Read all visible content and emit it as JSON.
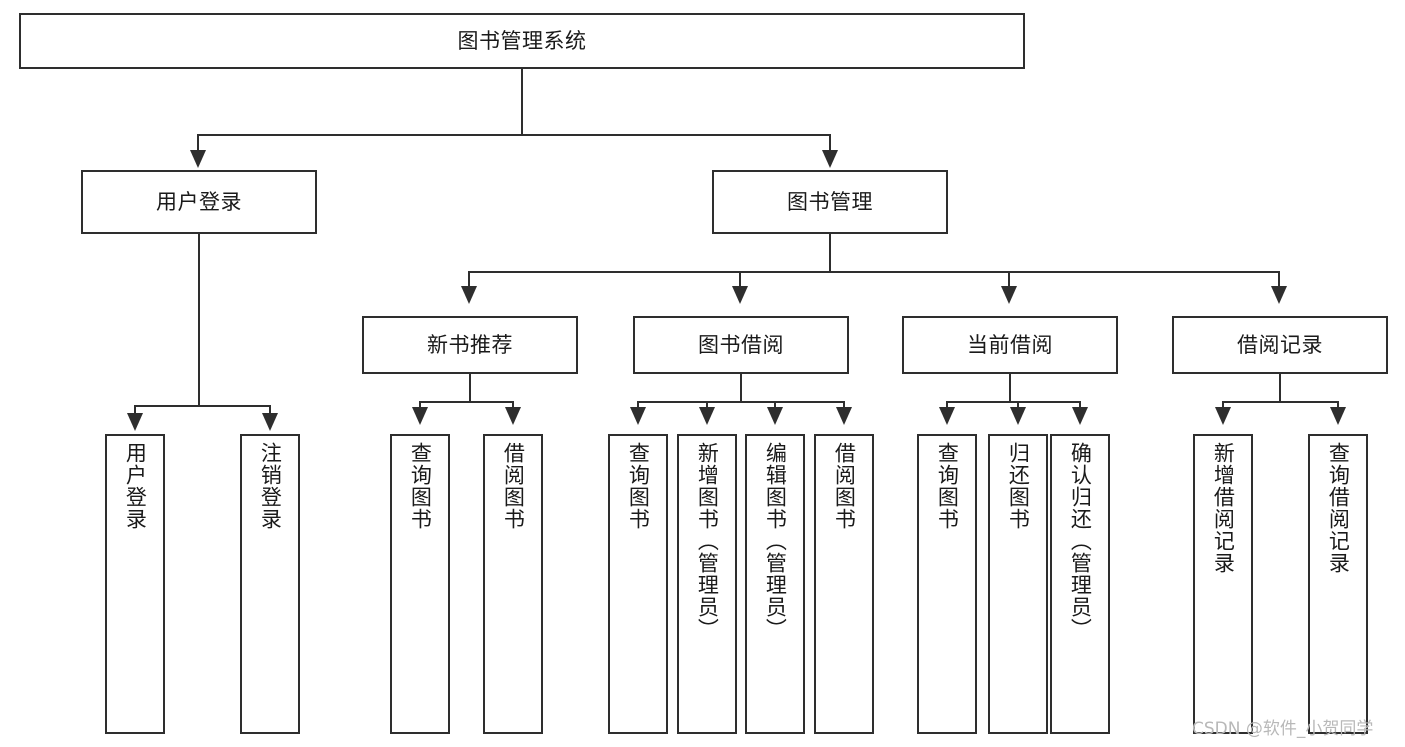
{
  "diagram": {
    "type": "tree-hierarchy",
    "title": "图书管理系统",
    "root": {
      "label": "图书管理系统"
    },
    "level2": [
      {
        "label": "用户登录"
      },
      {
        "label": "图书管理"
      }
    ],
    "level3": [
      {
        "label": "新书推荐"
      },
      {
        "label": "图书借阅"
      },
      {
        "label": "当前借阅"
      },
      {
        "label": "借阅记录"
      }
    ],
    "leaves": {
      "user_login": [
        {
          "label": "用户登录"
        },
        {
          "label": "注销登录"
        }
      ],
      "new_book_recommend": [
        {
          "label": "查询图书"
        },
        {
          "label": "借阅图书"
        }
      ],
      "book_borrow": [
        {
          "label": "查询图书"
        },
        {
          "label": "新增图书（管理员）"
        },
        {
          "label": "编辑图书（管理员）"
        },
        {
          "label": "借阅图书"
        }
      ],
      "current_borrow": [
        {
          "label": "查询图书"
        },
        {
          "label": "归还图书"
        },
        {
          "label": "确认归还（管理员）"
        }
      ],
      "borrow_record": [
        {
          "label": "新增借阅记录"
        },
        {
          "label": "查询借阅记录"
        }
      ]
    }
  },
  "watermark": {
    "text": "CSDN @软件_小贺同学"
  },
  "colors": {
    "stroke": "#2e2e2e",
    "fill": "#ffffff",
    "text": "#1a1a1a",
    "watermark": "#b8b8b8"
  }
}
